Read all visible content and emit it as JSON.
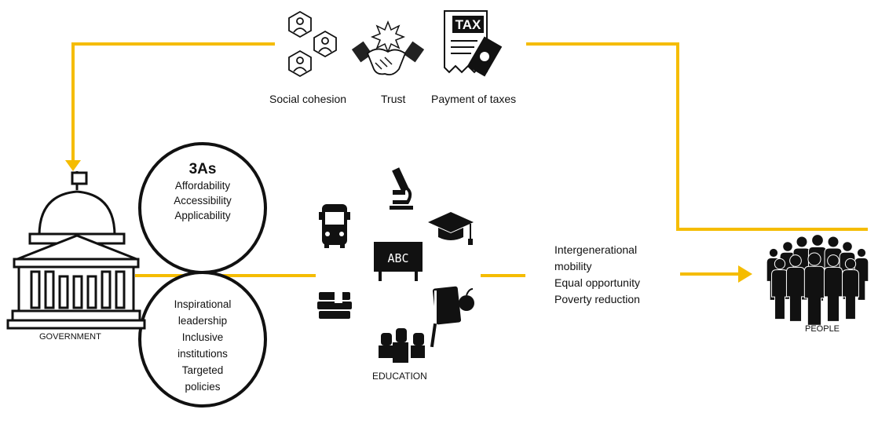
{
  "top_items": [
    {
      "label": "Social cohesion",
      "icon": "people-network-icon"
    },
    {
      "label": "Trust",
      "icon": "handshake-icon"
    },
    {
      "label": "Payment of taxes",
      "icon": "tax-document-icon",
      "icon_text": "TAX"
    }
  ],
  "government": {
    "label": "GOVERNMENT",
    "icon": "capitol-building-icon"
  },
  "people": {
    "label": "PEOPLE",
    "icon": "crowd-icon"
  },
  "ellipse_top": {
    "title": "3As",
    "lines": [
      "Affordability",
      "Accessibility",
      "Applicability"
    ]
  },
  "ellipse_bottom": {
    "lines": [
      "Inspirational",
      "leadership",
      "Inclusive",
      "institutions",
      "Targeted",
      "policies"
    ]
  },
  "education": {
    "label": "EDUCATION",
    "board_text": "ABC",
    "icons": [
      "microscope-icon",
      "graduation-cap-icon",
      "school-bus-icon",
      "chalkboard-icon",
      "books-icon",
      "apple-book-icon",
      "raised-hands-icon"
    ]
  },
  "outcomes": {
    "lines": [
      "Intergenerational",
      "mobility",
      "Equal opportunity",
      "Poverty reduction"
    ]
  },
  "colors": {
    "accent": "#F5BC00",
    "ink": "#111111"
  }
}
